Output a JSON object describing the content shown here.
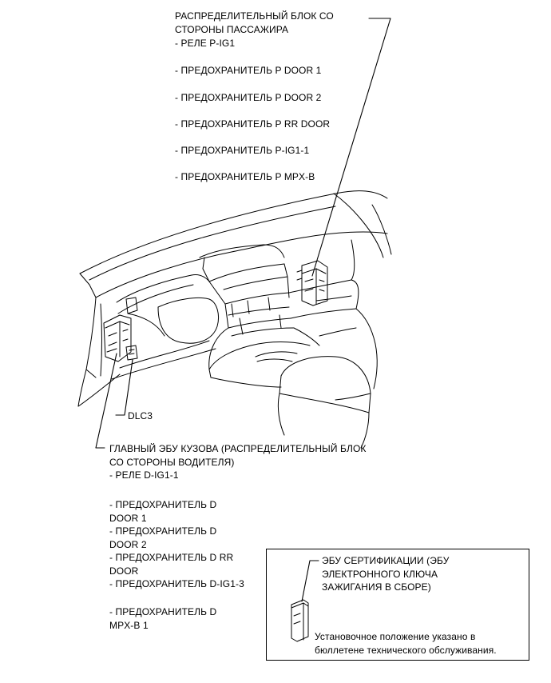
{
  "passenger_block": {
    "title_line1": "РАСПРЕДЕЛИТЕЛЬНЫЙ БЛОК СО",
    "title_line2": "СТОРОНЫ ПАССАЖИРА",
    "items": [
      "- РЕЛЕ P-IG1",
      "- ПРЕДОХРАНИТЕЛЬ P DOOR 1",
      "- ПРЕДОХРАНИТЕЛЬ P DOOR 2",
      "- ПРЕДОХРАНИТЕЛЬ P RR DOOR",
      "- ПРЕДОХРАНИТЕЛЬ P-IG1-1",
      "- ПРЕДОХРАНИТЕЛЬ P MPX-B"
    ]
  },
  "dlc3": {
    "label": "DLC3"
  },
  "driver_block": {
    "title_line1": "ГЛАВНЫЙ ЭБУ КУЗОВА (РАСПРЕДЕЛИТЕЛЬНЫЙ БЛОК",
    "title_line2": "СО СТОРОНЫ ВОДИТЕЛЯ)",
    "relay": "- РЕЛЕ D-IG1-1",
    "fuse1_line1": "- ПРЕДОХРАНИТЕЛЬ D",
    "fuse1_line2": "DOOR 1",
    "fuse2_line1": "- ПРЕДОХРАНИТЕЛЬ D",
    "fuse2_line2": "DOOR 2",
    "fuse3_line1": "- ПРЕДОХРАНИТЕЛЬ D RR",
    "fuse3_line2": "DOOR",
    "fuse4": "- ПРЕДОХРАНИТЕЛЬ D-IG1-3",
    "fuse5_line1": "- ПРЕДОХРАНИТЕЛЬ D",
    "fuse5_line2": "MPX-B 1"
  },
  "certification_box": {
    "title_line1": "ЭБУ СЕРТИФИКАЦИИ (ЭБУ",
    "title_line2": "ЭЛЕКТРОННОГО КЛЮЧА",
    "title_line3": "ЗАЖИГАНИЯ В СБОРЕ)",
    "note_line1": "Установочное положение указано в",
    "note_line2": "бюллетене технического обслуживания."
  }
}
